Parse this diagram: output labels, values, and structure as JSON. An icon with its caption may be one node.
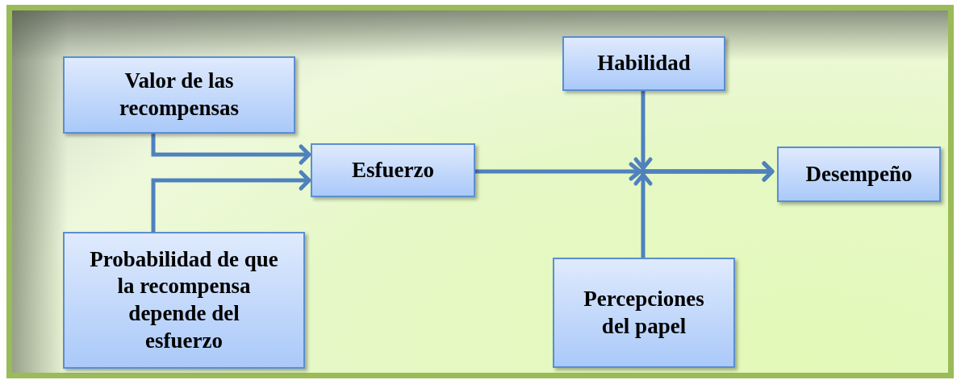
{
  "diagram": {
    "nodes": [
      {
        "text": [
          "Valor de las recompensas"
        ]
      },
      {
        "text": [
          "Probabilidad de que la recompensa depende del esfuerzo"
        ]
      },
      {
        "text": [
          "Esfuerzo"
        ]
      },
      {
        "text": [
          "Habilidad"
        ]
      },
      {
        "text": [
          "Percepciones del papel"
        ]
      },
      {
        "text": [
          "Desempeño"
        ]
      }
    ],
    "edges": [
      {
        "from": 0,
        "to": 2,
        "arrow": "to"
      },
      {
        "from": 1,
        "to": 2,
        "arrow": "to"
      },
      {
        "from": 2,
        "to": 5,
        "arrow": "to"
      },
      {
        "from": 3,
        "to": 5,
        "arrow": "to"
      },
      {
        "from": 4,
        "to": 5,
        "arrow": "to"
      }
    ]
  }
}
